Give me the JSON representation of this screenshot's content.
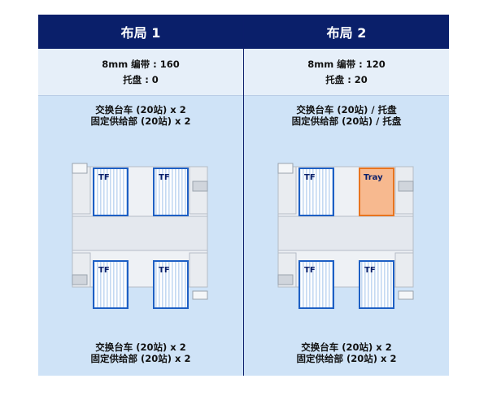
{
  "layouts": [
    {
      "title": "布局 1",
      "tape_line": "8mm 编带 : 160",
      "tray_line": "托盘 : 0",
      "top_caption": [
        "交换台车 (20站) x 2",
        "固定供给部 (20站) x 2"
      ],
      "bottom_caption": [
        "交换台车 (20站) x 2",
        "固定供给部 (20站) x 2"
      ],
      "feeders": {
        "top_left": "TF",
        "top_right": "TF",
        "bottom_left": "TF",
        "bottom_right": "TF"
      }
    },
    {
      "title": "布局 2",
      "tape_line": "8mm 编带 : 120",
      "tray_line": "托盘 : 20",
      "top_caption": [
        "交换台车 (20站) / 托盘",
        "固定供给部 (20站) / 托盘"
      ],
      "bottom_caption": [
        "交换台车 (20站) x 2",
        "固定供给部 (20站) x 2"
      ],
      "feeders": {
        "top_left": "TF",
        "top_right": "Tray",
        "bottom_left": "TF",
        "bottom_right": "TF"
      }
    }
  ],
  "colors": {
    "header_bg": "#0a1f6a",
    "stats_bg": "#e6eff9",
    "body_bg": "#cfe3f7",
    "feeder_border": "#1d5fc4",
    "tray_fill": "#f7b98f",
    "tray_border": "#e8741e"
  }
}
